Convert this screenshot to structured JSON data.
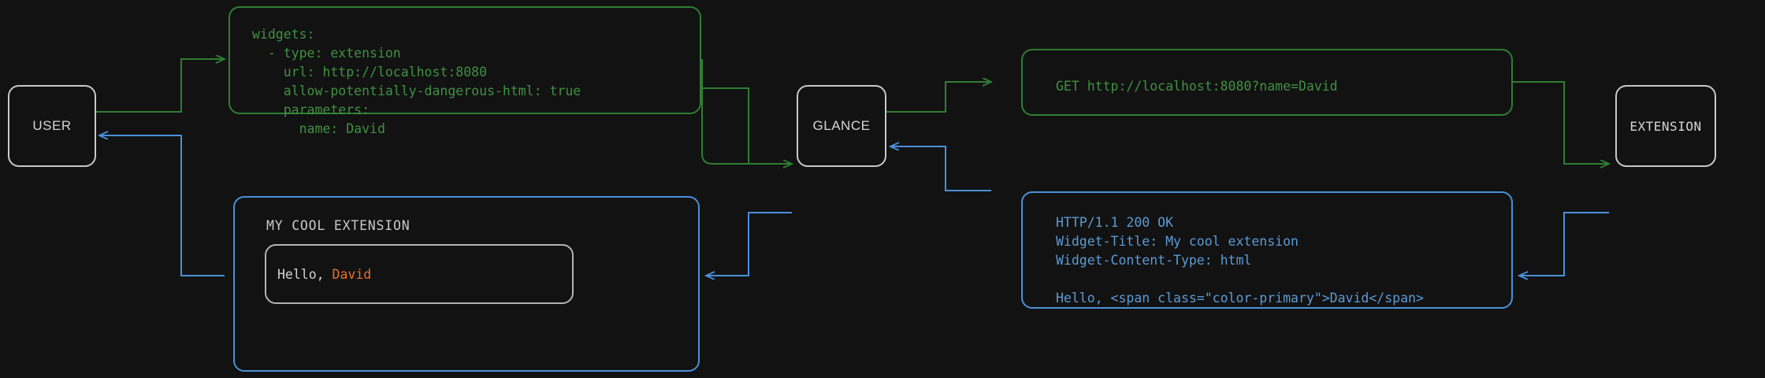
{
  "diagram": {
    "type": "sequence-flow",
    "background_color": "#121212",
    "colors": {
      "request_green": "#2f7d32",
      "request_text_green": "#3f9142",
      "response_blue": "#4a90d9",
      "response_text_blue": "#5b9bd5",
      "node_border_gray": "#c8c8c8",
      "node_text_gray": "#d6d6d6",
      "accent_orange": "#e8702a",
      "card_border_gray": "#b3b3b3"
    }
  },
  "nodes": [
    {
      "id": "user",
      "label": "USER"
    },
    {
      "id": "glance",
      "label": "GLANCE"
    },
    {
      "id": "extension",
      "label": "EXTENSION"
    }
  ],
  "messages": {
    "config": {
      "flow": "request",
      "color": "#3f9142",
      "lines": [
        "widgets:",
        "  - type: extension",
        "    url: http://localhost:8080",
        "    allow-potentially-dangerous-html: true",
        "    parameters:",
        "      name: David"
      ],
      "text": "widgets:\n  - type: extension\n    url: http://localhost:8080\n    allow-potentially-dangerous-html: true\n    parameters:\n      name: David"
    },
    "http_request": {
      "flow": "request",
      "color": "#3f9142",
      "lines": [
        "GET http://localhost:8080?name=David"
      ],
      "text": "GET http://localhost:8080?name=David"
    },
    "http_response": {
      "flow": "response",
      "color": "#5b9bd5",
      "lines": [
        "HTTP/1.1 200 OK",
        "Widget-Title: My cool extension",
        "Widget-Content-Type: html",
        "",
        "Hello, <span class=\"color-primary\">David</span>"
      ],
      "text": "HTTP/1.1 200 OK\nWidget-Title: My cool extension\nWidget-Content-Type: html\n\nHello, <span class=\"color-primary\">David</span>"
    },
    "rendered_widget": {
      "flow": "response",
      "color": "#4a90d9",
      "title": "MY COOL EXTENSION",
      "body_prefix": "Hello, ",
      "body_accent": "David"
    }
  },
  "edges": [
    {
      "from": "user",
      "to": "config",
      "flow": "request",
      "color": "#2f7d32"
    },
    {
      "from": "config",
      "to": "glance",
      "flow": "request",
      "color": "#2f7d32"
    },
    {
      "from": "glance",
      "to": "http_request",
      "flow": "request",
      "color": "#2f7d32"
    },
    {
      "from": "http_request",
      "to": "extension",
      "flow": "request",
      "color": "#2f7d32"
    },
    {
      "from": "extension",
      "to": "http_response",
      "flow": "response",
      "color": "#4a90d9"
    },
    {
      "from": "http_response",
      "to": "glance",
      "flow": "response",
      "color": "#4a90d9"
    },
    {
      "from": "glance",
      "to": "rendered_widget",
      "flow": "response",
      "color": "#4a90d9"
    },
    {
      "from": "rendered_widget",
      "to": "user",
      "flow": "response",
      "color": "#4a90d9"
    }
  ]
}
